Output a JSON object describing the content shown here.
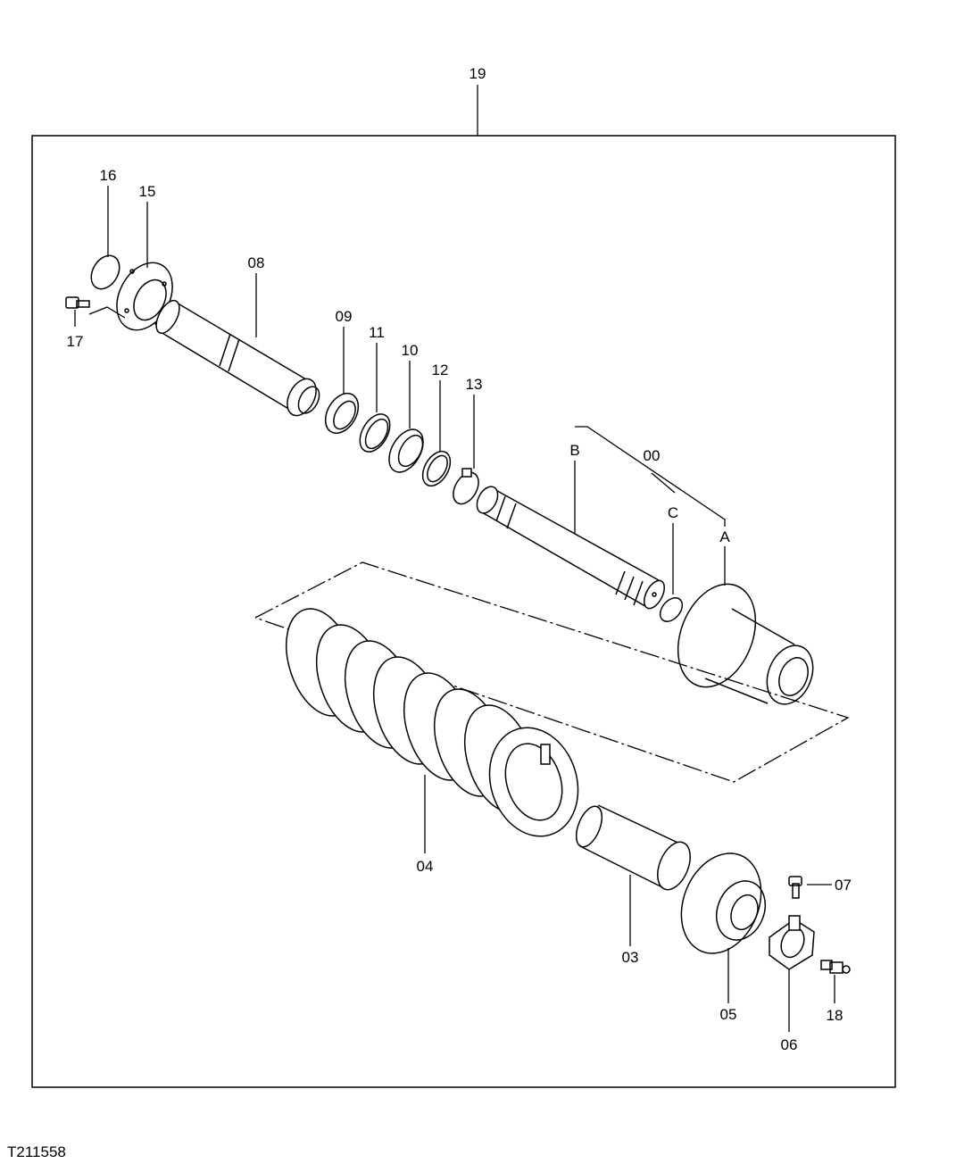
{
  "figure_code": "T211558",
  "callouts": {
    "c19": "19",
    "c16": "16",
    "c15": "15",
    "c17": "17",
    "c08": "08",
    "c09": "09",
    "c11": "11",
    "c10": "10",
    "c12": "12",
    "c13": "13",
    "cB": "B",
    "c00": "00",
    "cC": "C",
    "cA": "A",
    "c04": "04",
    "c03": "03",
    "c05": "05",
    "c06": "06",
    "c07": "07",
    "c18": "18"
  }
}
